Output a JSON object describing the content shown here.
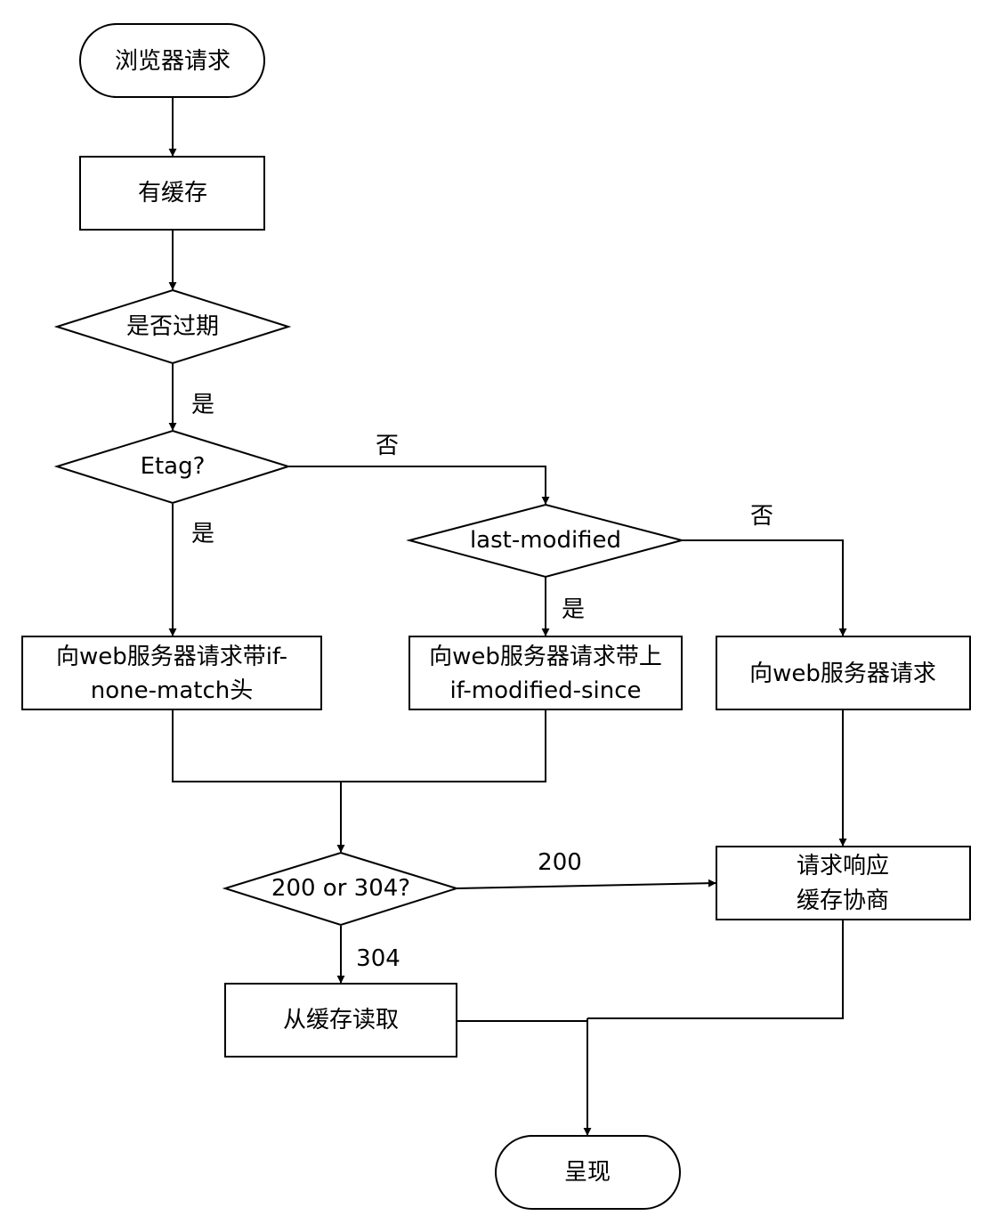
{
  "diagram": {
    "nodes": {
      "start": {
        "label": "浏览器请求"
      },
      "has_cache": {
        "label": "有缓存"
      },
      "expired": {
        "label": "是否过期"
      },
      "etag": {
        "label": "Etag?"
      },
      "last_modified": {
        "label": "last-modified"
      },
      "req_if_none_match": {
        "lines": [
          "向web服务器请求带if-",
          "none-match头"
        ]
      },
      "req_if_modified_since": {
        "lines": [
          "向web服务器请求带上",
          "if-modified-since"
        ]
      },
      "req_server": {
        "label": "向web服务器请求"
      },
      "status_check": {
        "label": "200 or 304?"
      },
      "response_negotiation": {
        "lines": [
          "请求响应",
          "缓存协商"
        ]
      },
      "read_cache": {
        "label": "从缓存读取"
      },
      "render": {
        "label": "呈现"
      }
    },
    "edges": {
      "expired_yes": "是",
      "etag_no": "否",
      "etag_yes": "是",
      "lastmod_no": "否",
      "lastmod_yes": "是",
      "status_200": "200",
      "status_304": "304"
    }
  }
}
